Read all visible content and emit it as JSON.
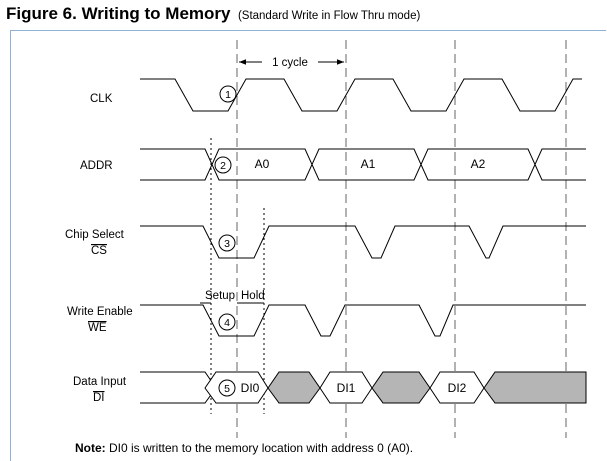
{
  "figure": {
    "title": "Figure 6. Writing to Memory",
    "subtitle": "(Standard Write in Flow Thru mode)"
  },
  "signals": {
    "clk": "CLK",
    "addr": "ADDR",
    "cs_line1": "Chip Select",
    "cs_line2": "CS",
    "we_line1": "Write Enable",
    "we_line2": "WE",
    "di_line1": "Data Input",
    "di_line2": "DI"
  },
  "addresses": [
    "A0",
    "A1",
    "A2"
  ],
  "data_inputs": [
    "DI0",
    "DI1",
    "DI2"
  ],
  "annotations": {
    "cycle": "1 cycle",
    "setup": "Setup",
    "hold": "Hold"
  },
  "markers": [
    "1",
    "2",
    "3",
    "4",
    "5"
  ],
  "note": {
    "label": "Note:",
    "text": " DI0 is written to the memory location with address 0 (A0)."
  }
}
